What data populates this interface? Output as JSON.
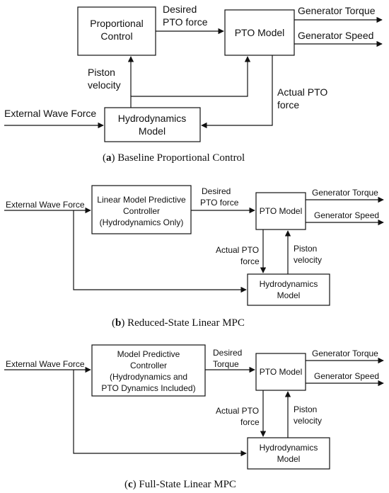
{
  "panel_a": {
    "box_prop": [
      "Proportional",
      "Control"
    ],
    "box_pto": "PTO Model",
    "box_hydro": [
      "Hydrodynamics",
      "Model"
    ],
    "lbl_desired": [
      "Desired",
      "PTO force"
    ],
    "lbl_piston": [
      "Piston",
      "velocity"
    ],
    "lbl_actual": [
      "Actual PTO",
      "force"
    ],
    "out_torque": "Generator Torque",
    "out_speed": "Generator Speed",
    "in_wave": "External Wave Force",
    "caption_letter": "a",
    "caption_text": " Baseline Proportional Control"
  },
  "panel_b": {
    "box_ctrl": [
      "Linear Model Predictive",
      "Controller",
      "(Hydrodynamics Only)"
    ],
    "box_pto": "PTO Model",
    "box_hydro": [
      "Hydrodynamics",
      "Model"
    ],
    "lbl_desired": [
      "Desired",
      "PTO force"
    ],
    "lbl_actual": [
      "Actual PTO",
      "force"
    ],
    "lbl_piston": [
      "Piston",
      "velocity"
    ],
    "out_torque": "Generator Torque",
    "out_speed": "Generator Speed",
    "in_wave": "External Wave Force",
    "caption_letter": "b",
    "caption_text": " Reduced-State Linear MPC"
  },
  "panel_c": {
    "box_ctrl": [
      "Model Predictive",
      "Controller",
      "(Hydrodynamics and",
      "PTO Dynamics Included)"
    ],
    "box_pto": "PTO Model",
    "box_hydro": [
      "Hydrodynamics",
      "Model"
    ],
    "lbl_desired": [
      "Desired",
      "Torque"
    ],
    "lbl_actual": [
      "Actual PTO",
      "force"
    ],
    "lbl_piston": [
      "Piston",
      "velocity"
    ],
    "out_torque": "Generator Torque",
    "out_speed": "Generator Speed",
    "in_wave": "External Wave Force",
    "caption_letter": "c",
    "caption_text": " Full-State Linear MPC"
  }
}
